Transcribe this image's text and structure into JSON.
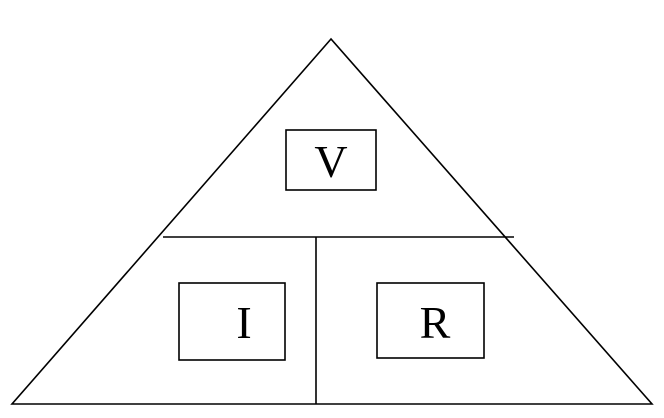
{
  "diagram": {
    "top_label": "V",
    "bottom_left_label": "I",
    "bottom_right_label": "R"
  },
  "colors": {
    "stroke": "#000000",
    "background": "#ffffff"
  }
}
